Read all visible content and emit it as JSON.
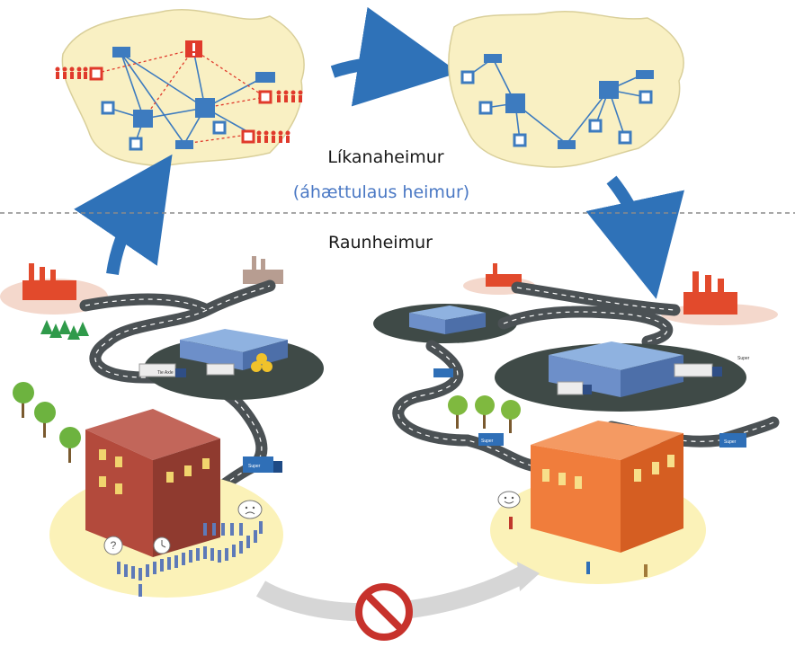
{
  "labels": {
    "model_world": "Líkanaheimur",
    "model_world_sub": "(áhættulaus heimur)",
    "real_world": "Raunheimur"
  },
  "truck_labels": {
    "left_top": "Tie Axle",
    "left_bottom": "Super",
    "right_top": "Super",
    "right_mid": "Super",
    "right_far": "Super"
  },
  "colors": {
    "map_fill": "#f9f0c3",
    "node_blue": "#3d7bbf",
    "alert_red": "#e03a2b",
    "arrow_blue": "#2f72b8",
    "road": "#4b5154",
    "warehouse": "#6d8fc9",
    "building_red": "#b34a3c",
    "building_orange": "#f07d3c",
    "no_sign": "#c7322c",
    "label_blue": "#4a78c4"
  },
  "icons": [
    "alert-icon",
    "factory-icon",
    "warehouse-icon",
    "truck-icon",
    "tree-icon",
    "question-icon",
    "clock-icon",
    "frown-icon",
    "smile-icon",
    "no-entry-icon"
  ]
}
